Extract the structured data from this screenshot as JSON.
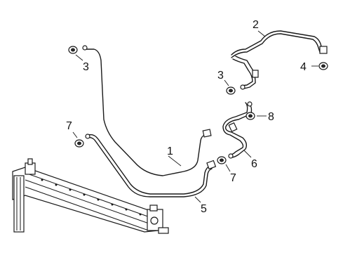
{
  "callouts": [
    {
      "id": "c1",
      "label": "1"
    },
    {
      "id": "c2",
      "label": "2"
    },
    {
      "id": "c3a",
      "label": "3"
    },
    {
      "id": "c3b",
      "label": "3"
    },
    {
      "id": "c4",
      "label": "4"
    },
    {
      "id": "c5",
      "label": "5"
    },
    {
      "id": "c6",
      "label": "6"
    },
    {
      "id": "c7a",
      "label": "7"
    },
    {
      "id": "c7b",
      "label": "7"
    },
    {
      "id": "c8",
      "label": "8"
    }
  ]
}
